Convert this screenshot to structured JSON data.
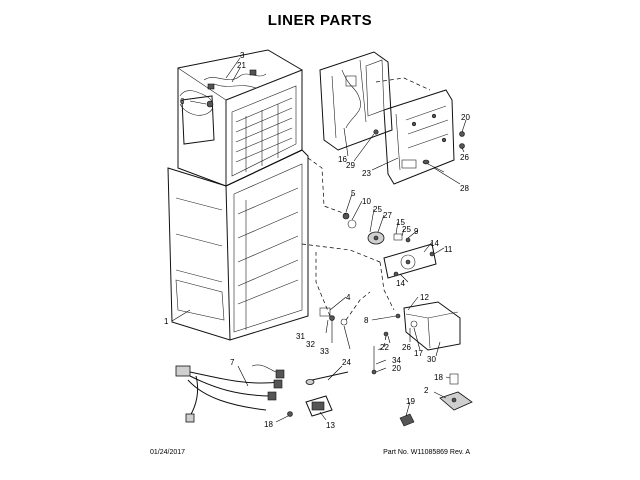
{
  "header": {
    "title": "LINER PARTS"
  },
  "footer": {
    "date": "01/24/2017",
    "part_number": "Part No. W11085869  Rev. A"
  },
  "callouts": [
    {
      "id": "c3",
      "text": "3"
    },
    {
      "id": "c21",
      "text": "21"
    },
    {
      "id": "c6",
      "text": "6"
    },
    {
      "id": "c1",
      "text": "1"
    },
    {
      "id": "c16",
      "text": "16"
    },
    {
      "id": "c29",
      "text": "29"
    },
    {
      "id": "c23",
      "text": "23"
    },
    {
      "id": "c20a",
      "text": "20"
    },
    {
      "id": "c26a",
      "text": "26"
    },
    {
      "id": "c28",
      "text": "28"
    },
    {
      "id": "c5",
      "text": "5"
    },
    {
      "id": "c10",
      "text": "10"
    },
    {
      "id": "c25a",
      "text": "25"
    },
    {
      "id": "c27",
      "text": "27"
    },
    {
      "id": "c15",
      "text": "15"
    },
    {
      "id": "c25b",
      "text": "25"
    },
    {
      "id": "c9",
      "text": "9"
    },
    {
      "id": "c14a",
      "text": "14"
    },
    {
      "id": "c11",
      "text": "11"
    },
    {
      "id": "c14b",
      "text": "14"
    },
    {
      "id": "c4",
      "text": "4"
    },
    {
      "id": "c12",
      "text": "12"
    },
    {
      "id": "c8",
      "text": "8"
    },
    {
      "id": "c31",
      "text": "31"
    },
    {
      "id": "c32",
      "text": "32"
    },
    {
      "id": "c33",
      "text": "33"
    },
    {
      "id": "c22",
      "text": "22"
    },
    {
      "id": "c26b",
      "text": "26"
    },
    {
      "id": "c17",
      "text": "17"
    },
    {
      "id": "c30",
      "text": "30"
    },
    {
      "id": "c34",
      "text": "34"
    },
    {
      "id": "c20b",
      "text": "20"
    },
    {
      "id": "c7",
      "text": "7"
    },
    {
      "id": "c24",
      "text": "24"
    },
    {
      "id": "c18a",
      "text": "18"
    },
    {
      "id": "c2",
      "text": "2"
    },
    {
      "id": "c19",
      "text": "19"
    },
    {
      "id": "c18b",
      "text": "18"
    },
    {
      "id": "c13",
      "text": "13"
    }
  ]
}
